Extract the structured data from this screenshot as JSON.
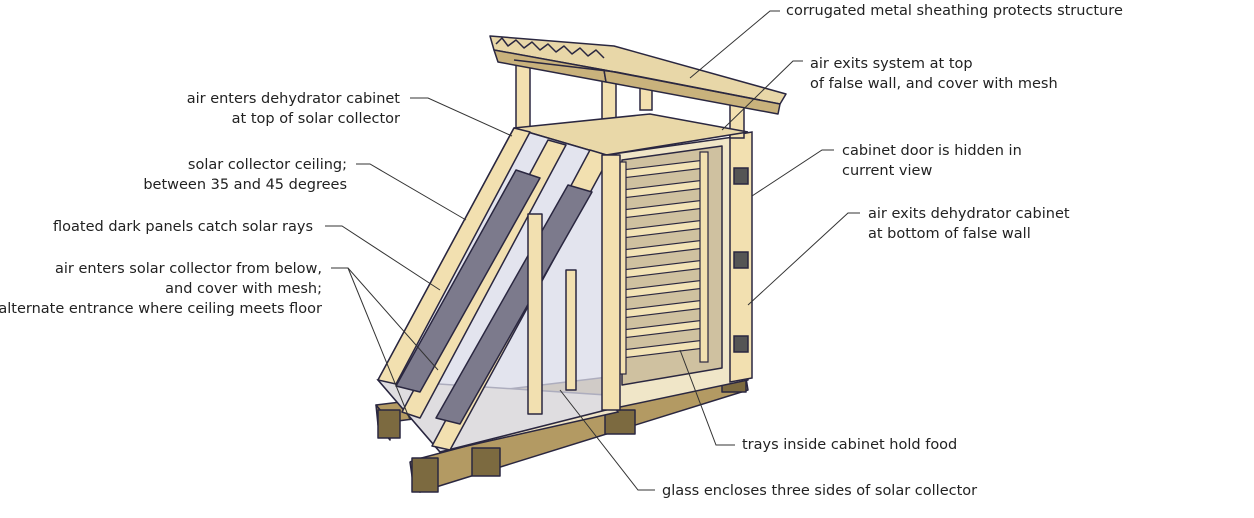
{
  "labels": {
    "corrugated": [
      "corrugated metal sheathing protects structure"
    ],
    "air_exits_top": [
      "air exits system at top",
      "of false wall, and cover with mesh"
    ],
    "air_enters_cabinet": [
      "air enters dehydrator cabinet",
      "at top of solar collector"
    ],
    "collector_ceiling": [
      "solar collector ceiling;",
      "between 35 and 45 degrees"
    ],
    "dark_panels": [
      "floated dark panels catch solar rays"
    ],
    "air_enters_collector": [
      "air enters solar collector from below,",
      "and cover with mesh;",
      "alternate entrance where ceiling meets floor"
    ],
    "cabinet_door": [
      "cabinet door is hidden in",
      "current view"
    ],
    "air_exits_bottom": [
      "air exits dehydrator cabinet",
      "at bottom of false wall"
    ],
    "trays": [
      "trays inside cabinet hold food"
    ],
    "glass": [
      "glass encloses three sides of solar collector"
    ]
  },
  "colors": {
    "wood": "#f2e0b0",
    "wood_dark": "#d8c08a",
    "panel": "#7c7a8c",
    "glass": "#d9dbe8",
    "outline": "#2a2740",
    "leader": "#333333"
  }
}
